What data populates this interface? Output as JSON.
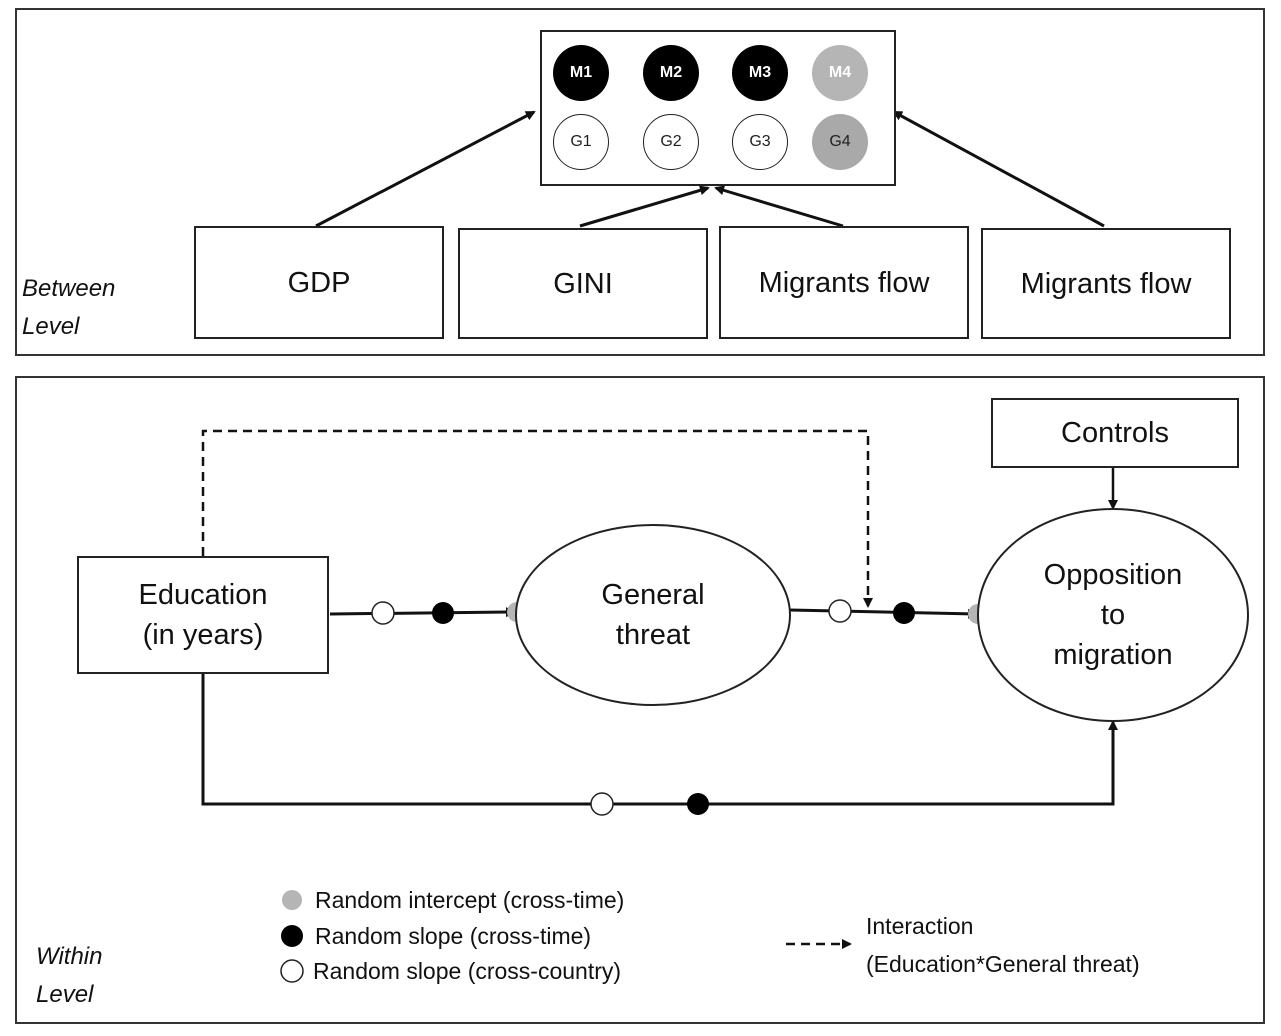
{
  "between": {
    "level_label_1": "Between",
    "level_label_2": "Level",
    "top_circles": [
      {
        "label": "M1",
        "fill": "#000000"
      },
      {
        "label": "M2",
        "fill": "#000000"
      },
      {
        "label": "M3",
        "fill": "#000000"
      },
      {
        "label": "M4",
        "fill": "#b5b5b5"
      }
    ],
    "bottom_circles": [
      {
        "label": "G1",
        "fill": "#ffffff"
      },
      {
        "label": "G2",
        "fill": "#ffffff"
      },
      {
        "label": "G3",
        "fill": "#ffffff"
      },
      {
        "label": "G4",
        "fill": "#a9a9a9"
      }
    ],
    "boxes": [
      "GDP",
      "GINI",
      "Migrants flow",
      "Migrants flow"
    ]
  },
  "within": {
    "level_label_1": "Within",
    "level_label_2": "Level",
    "education_line1": "Education",
    "education_line2": "(in years)",
    "threat_line1": "General",
    "threat_line2": "threat",
    "opposition_line1": "Opposition",
    "opposition_line2": "to",
    "opposition_line3": "migration",
    "controls": "Controls"
  },
  "legend": {
    "intercept": "Random intercept (cross-time)",
    "slope_time": "Random slope (cross-time)",
    "slope_country": "Random slope (cross-country)",
    "interaction_line1": "Interaction",
    "interaction_line2": "(Education*General threat)"
  },
  "colors": {
    "random_intercept": "#b5b5b5",
    "random_slope_time": "#000000",
    "random_slope_country": "#ffffff"
  }
}
